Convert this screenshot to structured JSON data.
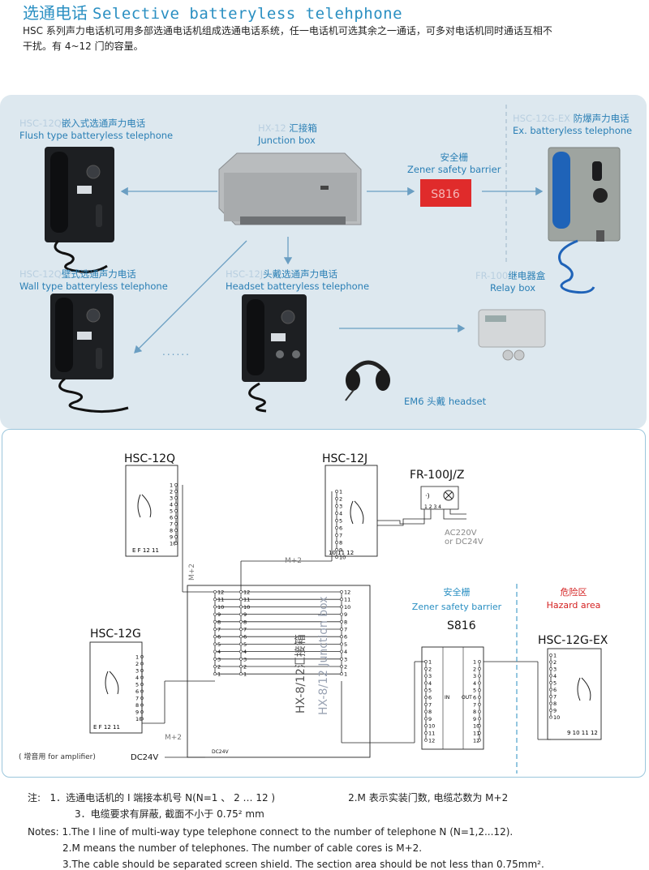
{
  "header": {
    "title_cn": "选通电话",
    "title_en": "Selective batteryless telehphone",
    "intro_line1": "HSC 系列声力电话机可用多部选通电话机组成选通电话系统，任一电话机可选其余之一通话，可多对电话机同时通话互相不",
    "intro_line2": "干扰。有 4~12 门的容量。"
  },
  "products": {
    "flush": {
      "model": "HSC-12Q",
      "cn": "嵌入式选通声力电话",
      "en": "Flush type batteryless telephone"
    },
    "junction": {
      "model": "HX-12",
      "cn": "汇接箱",
      "en": "Junction box"
    },
    "zener": {
      "cn": "安全栅",
      "en": "Zener safety barrier",
      "label": "S816"
    },
    "ex": {
      "model": "HSC-12G-EX",
      "cn": "防爆声力电话",
      "en": "Ex. batteryless telephone"
    },
    "wall": {
      "model": "HSC-12Q",
      "cn": "壁式选通声力电话",
      "en": "Wall type batteryless telephone"
    },
    "headset_phone": {
      "model": "HSC-12J",
      "cn": "头戴选通声力电话",
      "en": "Headset batteryless telephone"
    },
    "relay": {
      "model": "FR-100",
      "cn": "继电器盒",
      "en": "Relay box"
    },
    "headset": {
      "label": "EM6  头戴  headset"
    },
    "ellipsis": "......"
  },
  "diagram": {
    "hsc12q": "HSC-12Q",
    "hsc12j": "HSC-12J",
    "hsc12g": "HSC-12G",
    "fr100jz": "FR-100J/Z",
    "ac_supply": "AC220V",
    "dc_supply": "or DC24V",
    "junction_box": "HX-8/12汇接箱",
    "junction_box_en": "HX-8/12 Junction box",
    "zener_cn": "安全栅",
    "zener_en": "Zener safety barrier",
    "s816": "S816",
    "in": "IN",
    "out": "OUT",
    "hazard_cn": "危险区",
    "hazard_en": "Hazard area",
    "hsc12gex": "HSC-12G-EX",
    "m_plus_2": "M+2",
    "amplifier": "( 增音用 for amplifier)",
    "dc24v": "DC24V",
    "terminals": [
      "1",
      "2",
      "3",
      "4",
      "5",
      "6",
      "7",
      "8",
      "9",
      "10",
      "11",
      "12"
    ],
    "box_terminals": [
      "12",
      "11",
      "10",
      "9",
      "8",
      "7",
      "6",
      "5",
      "4",
      "3",
      "2",
      "1"
    ],
    "bottom_labels": [
      "E F  12 11",
      "10 11 12",
      "9 10 11 12"
    ],
    "relay_terminals": "1 2  3 4"
  },
  "notes": {
    "cn_prefix": "注:",
    "cn1": "1．选通电话机的 I 端接本机号 N(N=1 、 2 … 12 )",
    "cn2": "2.M 表示实装门数, 电缆芯数为 M+2",
    "cn3": "3．电缆要求有屏蔽, 截面不小于 0.75² mm",
    "en1": "Notes:  1.The I line of multi-way type telephone connect to the number of telephone N (N=1,2...12).",
    "en2": "2.M means the number of telephones. The number of cable cores is M+2.",
    "en3": "3.The cable should be separated screen shield. The section area should be not less than 0.75mm²."
  },
  "colors": {
    "accent_blue": "#2a8fc2",
    "panel_bg": "#dde8ef",
    "hazard_red": "#d42020",
    "zener_red": "#e02b2b",
    "phone_blue": "#1f63b8"
  }
}
